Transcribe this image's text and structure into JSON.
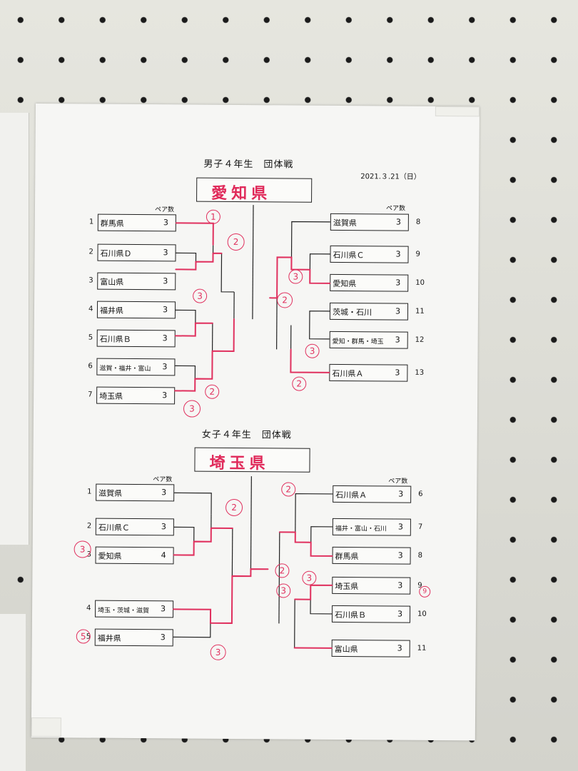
{
  "boys": {
    "title": "男子４年生　団体戦",
    "date": "2021.３.21（日）",
    "winner": "愛知県",
    "pair_header": "ペア数",
    "left": [
      {
        "seed": "1",
        "name": "群馬県",
        "pairs": "3"
      },
      {
        "seed": "2",
        "name": "石川県Ｄ",
        "pairs": "3"
      },
      {
        "seed": "3",
        "name": "富山県",
        "pairs": "3"
      },
      {
        "seed": "4",
        "name": "福井県",
        "pairs": "3"
      },
      {
        "seed": "5",
        "name": "石川県Ｂ",
        "pairs": "3"
      },
      {
        "seed": "6",
        "name": "滋賀・福井・富山",
        "pairs": "3"
      },
      {
        "seed": "7",
        "name": "埼玉県",
        "pairs": "3"
      }
    ],
    "right": [
      {
        "seed": "8",
        "name": "滋賀県",
        "pairs": "3"
      },
      {
        "seed": "9",
        "name": "石川県Ｃ",
        "pairs": "3"
      },
      {
        "seed": "10",
        "name": "愛知県",
        "pairs": "3"
      },
      {
        "seed": "11",
        "name": "茨城・石川",
        "pairs": "3"
      },
      {
        "seed": "12",
        "name": "愛知・群馬・埼玉",
        "pairs": "3"
      },
      {
        "seed": "13",
        "name": "石川県Ａ",
        "pairs": "3"
      }
    ]
  },
  "girls": {
    "title": "女子４年生　団体戦",
    "winner": "埼玉県",
    "pair_header": "ペア数",
    "left": [
      {
        "seed": "1",
        "name": "滋賀県",
        "pairs": "3"
      },
      {
        "seed": "2",
        "name": "石川県Ｃ",
        "pairs": "3"
      },
      {
        "seed": "3",
        "name": "愛知県",
        "pairs": "4"
      },
      {
        "seed": "4",
        "name": "埼玉・茨城・滋賀",
        "pairs": "3"
      },
      {
        "seed": "5",
        "name": "福井県",
        "pairs": "3"
      }
    ],
    "right": [
      {
        "seed": "6",
        "name": "石川県Ａ",
        "pairs": "3"
      },
      {
        "seed": "7",
        "name": "福井・富山・石川",
        "pairs": "3"
      },
      {
        "seed": "8",
        "name": "群馬県",
        "pairs": "3"
      },
      {
        "seed": "9",
        "name": "埼玉県",
        "pairs": "3"
      },
      {
        "seed": "10",
        "name": "石川県Ｂ",
        "pairs": "3"
      },
      {
        "seed": "11",
        "name": "富山県",
        "pairs": "3"
      }
    ]
  },
  "colors": {
    "pen": "#e0305e",
    "board": "#ddddd6",
    "paper": "#f6f6f4"
  }
}
